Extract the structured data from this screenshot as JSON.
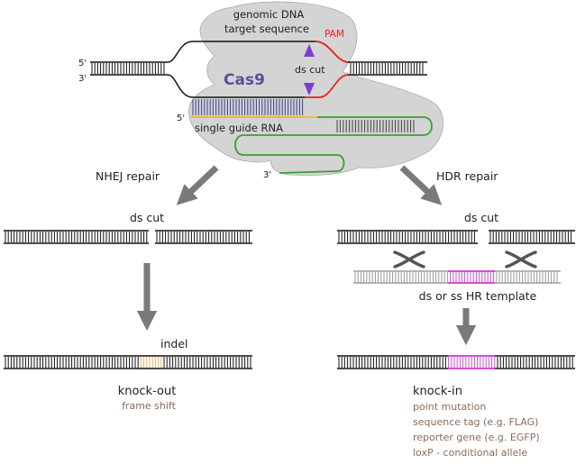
{
  "colors": {
    "strand": "#111111",
    "cas9_fill": "#d4d4d4",
    "cas9_label": "#5b4e9e",
    "pam": "#e8231c",
    "cut_arrow": "#7a3fd1",
    "guide_rungs": "#3a3f8f",
    "guide_rna": "#f2b83a",
    "guide_loop": "#3aa02e",
    "repair_arrow": "#7a7a7a",
    "template": "#9a9a9a",
    "edit_purple": "#d24fd6",
    "indel": "#f2b26a",
    "muted_text": "#8a6a5a"
  },
  "top": {
    "cas9_title_line1": "genomic DNA",
    "cas9_title_line2": "target sequence",
    "pam_label": "PAM",
    "ds_cut_label": "ds cut",
    "cas9_label": "Cas9",
    "five_prime_a": "5'",
    "three_prime_a": "3'",
    "five_prime_guide": "5'",
    "three_prime_guide": "3'",
    "guide_label": "single guide RNA"
  },
  "left": {
    "repair_label": "NHEJ repair",
    "ds_cut_label": "ds cut",
    "indel_label": "indel",
    "outcome_label": "knock-out",
    "outcome_detail": "frame shift"
  },
  "right": {
    "repair_label": "HDR repair",
    "ds_cut_label": "ds cut",
    "template_label": "ds or ss HR template",
    "outcome_label": "knock-in",
    "outcome_details": [
      "point mutation",
      "sequence tag (e.g. FLAG)",
      "reporter gene (e.g. EGFP)",
      "loxP - conditional allele"
    ]
  }
}
